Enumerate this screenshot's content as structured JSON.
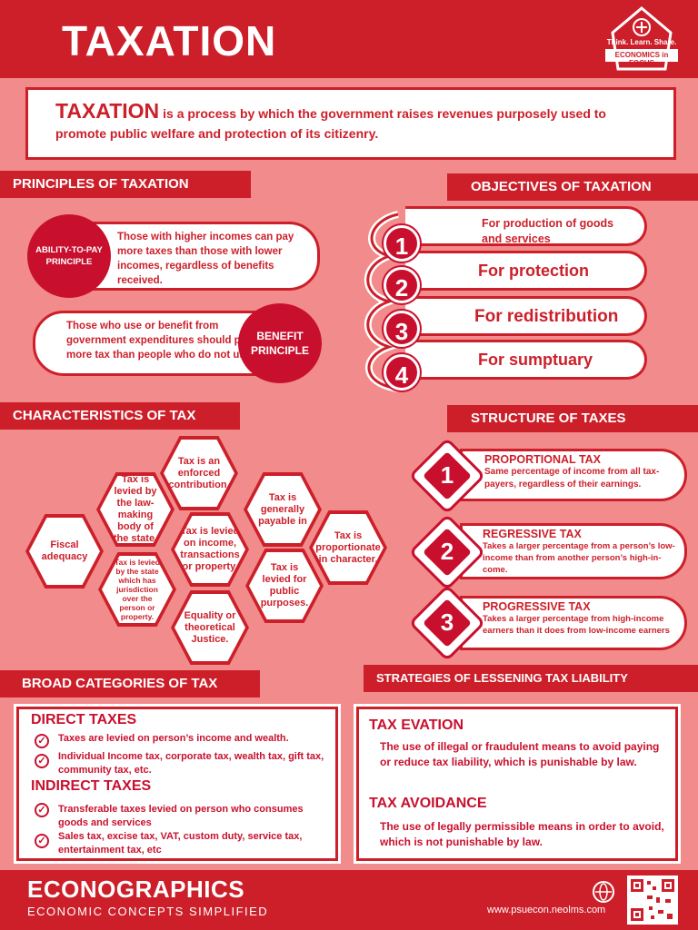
{
  "header": {
    "title": "TAXATION",
    "logo_tagline": "Think. Learn. Share.",
    "logo_name": "ECONOMICS in FOCUS"
  },
  "intro": {
    "term": "TAXATION",
    "text": "is a  process by which the government  raises revenues purposely used to promote public welfare and protection of its citizenry."
  },
  "principles": {
    "heading": "PRINCIPLES OF TAXATION",
    "ability": {
      "label": "ABILITY-TO-PAY PRINCIPLE",
      "text": "Those with higher incomes can pay more taxes than those  with lower incomes, regardless of benefits received."
    },
    "benefit": {
      "label": "BENEFIT PRINCIPLE",
      "text": "Those who use or benefit from government expenditures should pay more tax than people who do not use it:"
    }
  },
  "objectives": {
    "heading": "OBJECTIVES OF TAXATION",
    "items": [
      {
        "num": "1",
        "text": "For production of goods and services"
      },
      {
        "num": "2",
        "text": "For protection"
      },
      {
        "num": "3",
        "text": "For redistribution"
      },
      {
        "num": "4",
        "text": "For sumptuary"
      }
    ]
  },
  "characteristics": {
    "heading": "CHARACTERISTICS OF TAX",
    "cells": [
      "Tax is an enforced contribution.",
      "Tax is levied by the law-making body of the state.",
      "Tax is generally payable in",
      "Fiscal adequacy",
      "Tax is levied on income, transactions or property.",
      "Tax is proportionate in character.",
      "Tax is levied by the state which has jurisdiction over the person or property.",
      "Tax is levied for public purposes.",
      "Equality or theoretical Justice."
    ]
  },
  "structure": {
    "heading": "STRUCTURE OF TAXES",
    "items": [
      {
        "num": "1",
        "title": "PROPORTIONAL TAX",
        "text": "Same percentage of income from all tax-payers, regardless of their earnings."
      },
      {
        "num": "2",
        "title": "REGRESSIVE TAX",
        "text": "Takes a larger percentage from a person’s low-income than from another person’s high-in-come."
      },
      {
        "num": "3",
        "title": "PROGRESSIVE TAX",
        "text": "Takes a larger percentage from high-income earners than it does from low-income earners"
      }
    ]
  },
  "categories": {
    "heading": "BROAD CATEGORIES OF TAX",
    "direct": {
      "title": "DIRECT TAXES",
      "items": [
        "Taxes are levied on person’s income and wealth.",
        "Individual Income tax, corporate tax, wealth tax, gift tax, community tax, etc."
      ]
    },
    "indirect": {
      "title": "INDIRECT TAXES",
      "items": [
        "Transferable taxes levied on person who consumes goods and services",
        "Sales tax, excise tax, VAT, custom duty, service tax, entertainment tax, etc"
      ]
    }
  },
  "strategies": {
    "heading": "STRATEGIES OF LESSENING TAX LIABILITY",
    "evasion": {
      "title": "TAX EVATION",
      "text": "The use of illegal or fraudulent means to avoid paying or reduce tax liability, which is punishable by law."
    },
    "avoidance": {
      "title": "TAX AVOIDANCE",
      "text": "The use of legally permissible means in order to avoid, which is not punishable by law."
    }
  },
  "footer": {
    "brand": "ECONOGRAPHICS",
    "tagline": "ECONOMIC CONCEPTS SIMPLIFIED",
    "url": "www.psuecon.neolms.com"
  },
  "colors": {
    "primary": "#cc1f2a",
    "background": "#f28b8b",
    "text_on_dark": "#ffffff"
  }
}
